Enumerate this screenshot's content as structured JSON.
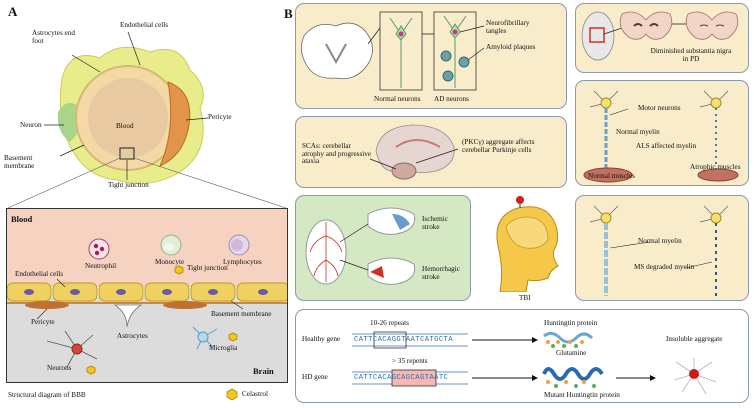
{
  "panel_a": {
    "letter": "A",
    "astrocytes_end_foot": "Astrocytes end foot",
    "endothelial_cells_top": "Endothelial cells",
    "pericyte_top": "Pericyte",
    "neuron_top": "Neuron",
    "blood_top": "Blood",
    "basement_membrane_top": "Basement membrane",
    "tight_junction_top": "Tight junction",
    "blood_section": "Blood",
    "neutrophil": "Neutrophil",
    "monocyte": "Monocyte",
    "lymphocytes": "Lymphocytes",
    "endothelial_cells": "Endothelial cells",
    "tight_junction": "Tight junction",
    "pericyte": "Pericyte",
    "astrocytes": "Astrocytes",
    "basement_membrane": "Basement membrane",
    "microglia": "Microglia",
    "neurons": "Neurons",
    "brain": "Brain",
    "caption": "Structural diagram of BBB",
    "celastrol": "Celastrol"
  },
  "panel_b": {
    "letter": "B",
    "ad": {
      "neurofibrillary": "Neurofibrillary tangles",
      "amyloid": "Amyloid plaques",
      "normal_neurons": "Normal neurons",
      "ad_neurons": "AD neurons"
    },
    "pd": {
      "caption": "Diminished substantia nigra in PD"
    },
    "sca": {
      "scas": "SCAs: cerebellar atrophy and progressive ataxia",
      "pkc": "(PKCγ) aggregate affects cerebellar Purkinje cells"
    },
    "als": {
      "motor_neurons": "Motor neurons",
      "normal_myelin": "Normal myelin",
      "als_myelin": "ALS affected myelin",
      "normal_muscles": "Normal muscles",
      "atrophic_muscles": "Atrophic muscles"
    },
    "stroke": {
      "ischemic": "Ischemic stroke",
      "hemorrhagic": "Hemorrhagic stroke",
      "tbi": "TBI"
    },
    "ms": {
      "normal_myelin": "Normal myelin",
      "ms_myelin": "MS degraded myelin"
    },
    "hd": {
      "healthy_gene": "Healthy gene",
      "hd_gene": "HD gene",
      "repeats_healthy": "10-26 repeats",
      "repeats_hd": "> 35 repents",
      "seq_healthy": "CATTCACAGGTAATCATGCTA",
      "seq_hd": "CATTCACAGCAGCAGTAATC",
      "huntingtin": "Huntingtin protein",
      "glutamine": "Glutamine",
      "mutant": "Mutant Huntingtin protein",
      "insoluble": "Insoluble aggregate"
    }
  },
  "colors": {
    "beige_panel": "#f9eccb",
    "green_panel": "#d4e8c4",
    "blood_band": "#f5d3c0",
    "brain_band": "#dcdcdc",
    "endothelial": "#f0d060",
    "celastrol": "#f5c518"
  }
}
